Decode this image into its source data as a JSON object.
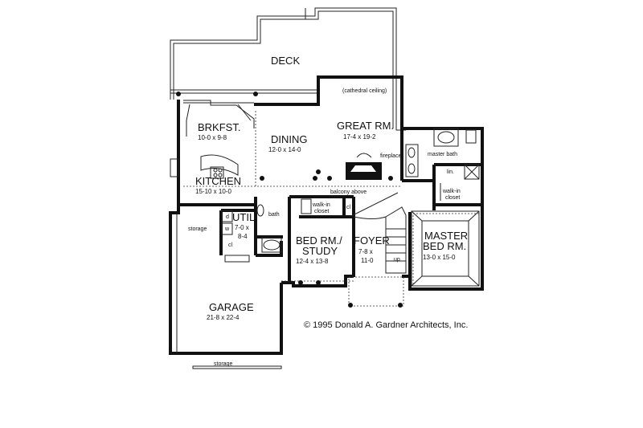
{
  "rooms": {
    "deck": {
      "name": "DECK"
    },
    "ceiling_note": {
      "name": "(cathedral ceiling)"
    },
    "great": {
      "name": "GREAT RM.",
      "dims": "17-4 x 19-2"
    },
    "brkfst": {
      "name": "BRKFST.",
      "dims": "10-0 x 9-8"
    },
    "dining": {
      "name": "DINING",
      "dims": "12-0 x 14-0"
    },
    "kitchen": {
      "name": "KITCHEN",
      "dims": "15-10 x 10-0"
    },
    "util": {
      "name": "UTIL.",
      "dims1": "7-0 x",
      "dims2": "8-4"
    },
    "bedroom": {
      "name1": "BED RM./",
      "name2": "STUDY",
      "dims": "12-4 x 13-8"
    },
    "foyer": {
      "name": "FOYER",
      "dims1": "7-8 x",
      "dims2": "11-0"
    },
    "master": {
      "name1": "MASTER",
      "name2": "BED RM.",
      "dims": "13-0 x 15-0"
    },
    "garage": {
      "name": "GARAGE",
      "dims": "21-8 x 22-4"
    }
  },
  "notes": {
    "fireplace": "fireplace",
    "master_bath": "master bath",
    "lin": "lin.",
    "walkin_master1": "walk-in",
    "walkin_master2": "closet",
    "balcony": "balcony above",
    "walkin_bed1": "walk-in",
    "walkin_bed2": "closet",
    "cl": "cl",
    "cl_util": "cl",
    "bath": "bath",
    "storage": "storage",
    "storage_bottom": "storage",
    "d": "d",
    "w": "w",
    "up": "up"
  },
  "copyright": "© 1995 Donald A. Gardner Architects, Inc."
}
